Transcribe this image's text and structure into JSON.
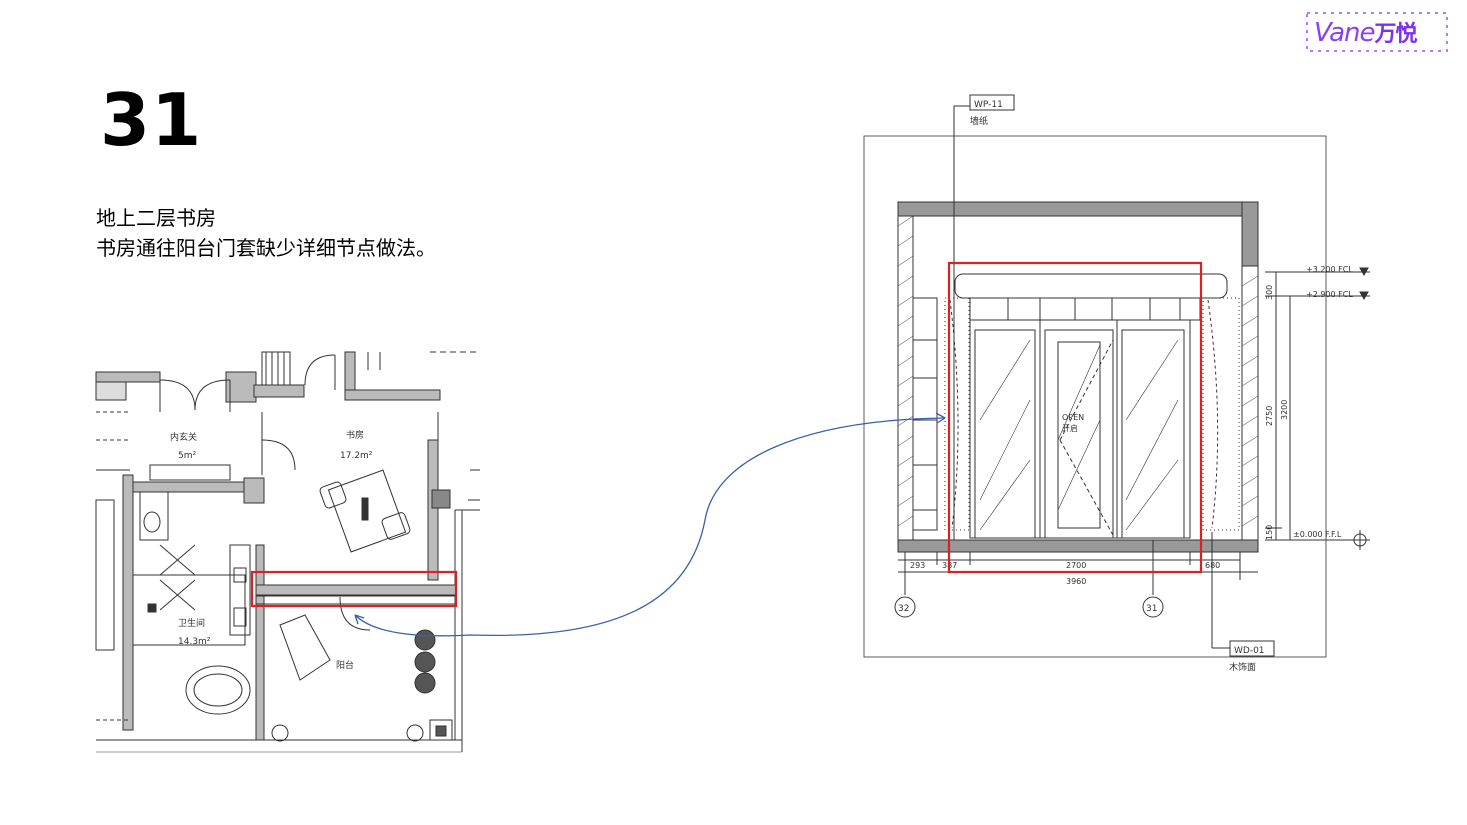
{
  "slide": {
    "number": "31",
    "title": "地上二层书房",
    "description": "书房通往阳台门套缺少详细节点做法。"
  },
  "logo": {
    "brand": "Vane",
    "chinese": "万悦",
    "color": "#8a3ff0"
  },
  "floor_plan": {
    "rooms": [
      {
        "name": "内玄关",
        "area": "5m²"
      },
      {
        "name": "书房",
        "area": "17.2m²"
      },
      {
        "name": "卫生间",
        "area": "14.3m²"
      },
      {
        "name": "阳台",
        "area": ""
      }
    ]
  },
  "elevation": {
    "tags": {
      "wall": {
        "code": "WP-11",
        "label": "墙纸"
      },
      "door": {
        "code": "WD-01",
        "label": "木饰面"
      },
      "open_label": "OPEN",
      "open_label_cn": "开启"
    },
    "levels": [
      "+3.200 FCL",
      "+2.900 FCL",
      "±0.000 F.F.L"
    ],
    "vertical_dims": [
      "300",
      "2750",
      "3200",
      "150"
    ],
    "horizontal_dims": [
      "293",
      "387",
      "2700",
      "680"
    ],
    "total_width": "3960",
    "axes": [
      "32",
      "31"
    ]
  },
  "colors": {
    "highlight": "#e02020",
    "arrow": "#3a5fb0",
    "line": "#333333"
  }
}
